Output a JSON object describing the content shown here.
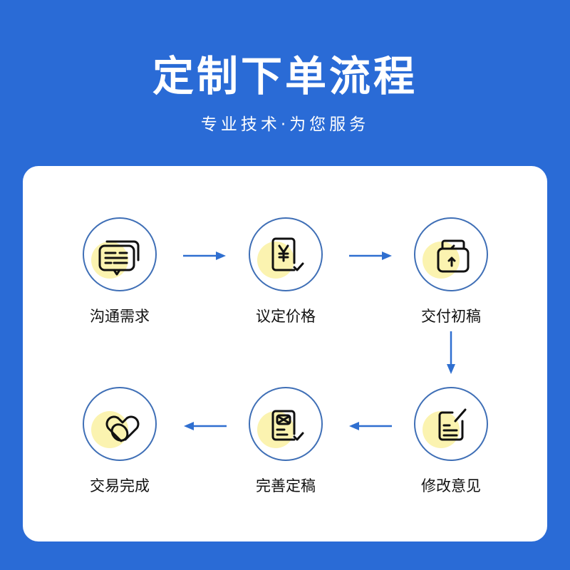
{
  "header": {
    "title": "定制下单流程",
    "subtitle": "专业技术·为您服务"
  },
  "colors": {
    "background": "#2a6bd6",
    "circle_border": "#3f6fb6",
    "highlight": "#fbf3b0",
    "arrow": "#2f6fd0"
  },
  "steps": [
    {
      "label": "沟通需求",
      "icon": "chat-bubbles-icon"
    },
    {
      "label": "议定价格",
      "icon": "price-yen-document-icon"
    },
    {
      "label": "交付初稿",
      "icon": "folder-upload-icon"
    },
    {
      "label": "修改意见",
      "icon": "edit-document-icon"
    },
    {
      "label": "完善定稿",
      "icon": "finalize-document-icon"
    },
    {
      "label": "交易完成",
      "icon": "handshake-heart-icon"
    }
  ]
}
